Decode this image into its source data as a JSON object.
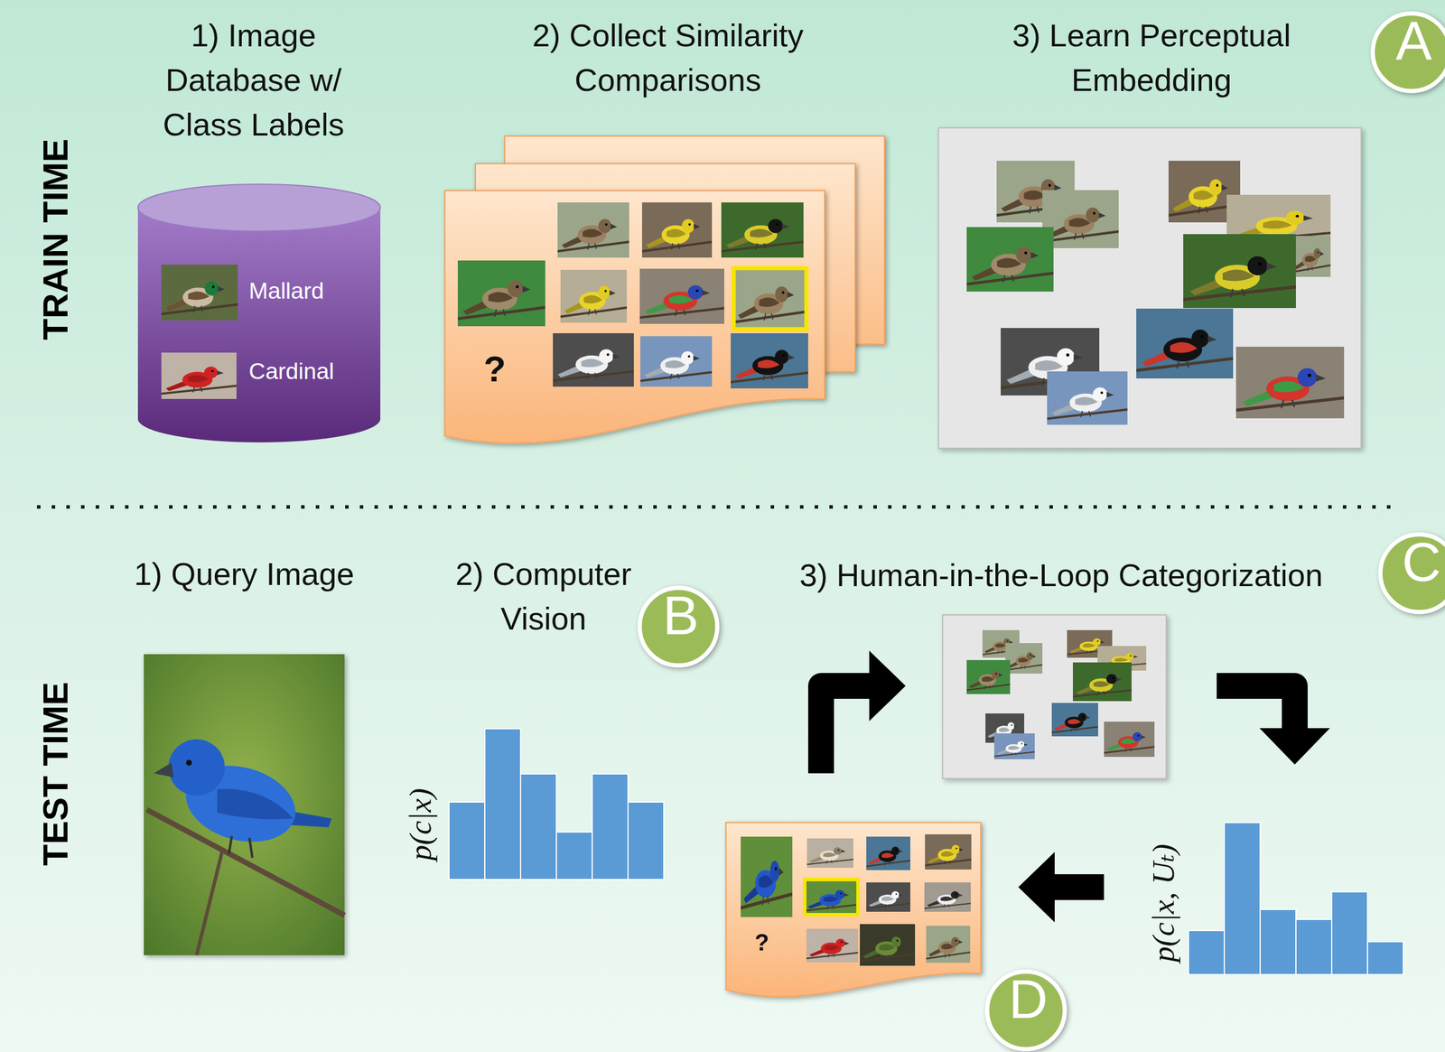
{
  "diagram": {
    "nodes": [
      {
        "text": [
          "1) Image Database w/ Class Labels",
          "Mallard",
          "Cardinal"
        ]
      },
      {
        "text": [
          "2) Collect Similarity Comparisons",
          "?"
        ]
      },
      {
        "text": [
          "3) Learn Perceptual Embedding"
        ]
      },
      {
        "text": [
          "A"
        ]
      },
      {
        "text": [
          "B"
        ]
      },
      {
        "text": [
          "C"
        ]
      },
      {
        "text": [
          "3) Human-in-the-Loop Categorization"
        ]
      },
      {
        "text": [
          "p(c|x, Uₜ)"
        ]
      },
      {
        "text": [
          "?"
        ]
      },
      {
        "text": [
          "D"
        ]
      }
    ],
    "edges": [
      {
        "from": 8,
        "to": 6,
        "arrow": "to"
      },
      {
        "from": 6,
        "to": 7,
        "arrow": "to"
      },
      {
        "from": 7,
        "to": 8,
        "arrow": "to"
      }
    ],
    "labels": [
      "TRAIN TIME",
      "TEST TIME",
      "1) Query Image",
      "2) Computer Vision",
      "p(c|x)"
    ]
  }
}
